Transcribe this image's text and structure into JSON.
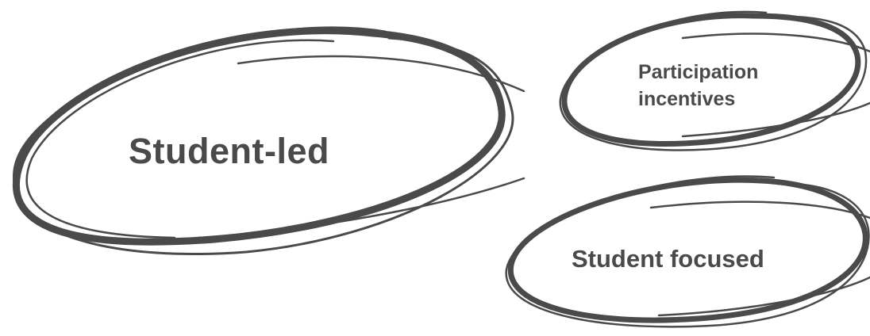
{
  "colors": {
    "ink": "#4a4a4a",
    "background": "#ffffff"
  },
  "ovals": [
    {
      "id": "student-led",
      "lines": [
        "Student-led"
      ]
    },
    {
      "id": "participation-incentives",
      "lines": [
        "Participation",
        "incentives"
      ]
    },
    {
      "id": "student-focused",
      "lines": [
        "Student focused"
      ]
    }
  ]
}
